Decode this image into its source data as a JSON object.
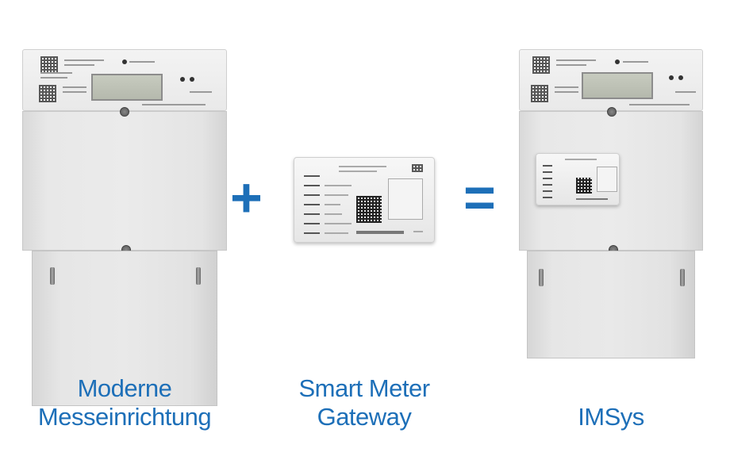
{
  "operators": {
    "plus": "+",
    "equals": "="
  },
  "captions": {
    "left": [
      "Moderne",
      "Messeinrichtung"
    ],
    "center": [
      "Smart Meter",
      "Gateway"
    ],
    "right": [
      "IMSys"
    ]
  },
  "colors": {
    "brand_blue": "#1d6fb8",
    "background": "#ffffff"
  }
}
